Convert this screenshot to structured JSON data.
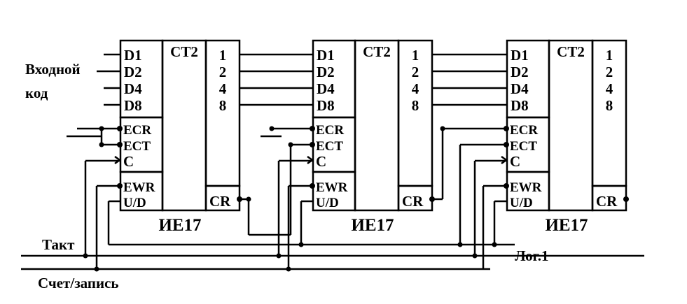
{
  "labels": {
    "input_code_line1": "Входной",
    "input_code_line2": "код",
    "clock": "Такт",
    "logic_one": "Лог.1",
    "count_load": "Счет/запись"
  },
  "chips": [
    {
      "type": "СТ2",
      "name": "ИЕ17",
      "inputs": [
        "D1",
        "D2",
        "D4",
        "D8"
      ],
      "outputs": [
        "1",
        "2",
        "4",
        "8"
      ],
      "controls": [
        "ECR",
        "ECT",
        "C",
        "EWR",
        "U/D"
      ],
      "carry": "CR"
    },
    {
      "type": "СТ2",
      "name": "ИЕ17",
      "inputs": [
        "D1",
        "D2",
        "D4",
        "D8"
      ],
      "outputs": [
        "1",
        "2",
        "4",
        "8"
      ],
      "controls": [
        "ECR",
        "ECT",
        "C",
        "EWR",
        "U/D"
      ],
      "carry": "CR"
    },
    {
      "type": "СТ2",
      "name": "ИЕ17",
      "inputs": [
        "D1",
        "D2",
        "D4",
        "D8"
      ],
      "outputs": [
        "1",
        "2",
        "4",
        "8"
      ],
      "controls": [
        "ECR",
        "ECT",
        "C",
        "EWR",
        "U/D"
      ],
      "carry": "CR"
    }
  ]
}
